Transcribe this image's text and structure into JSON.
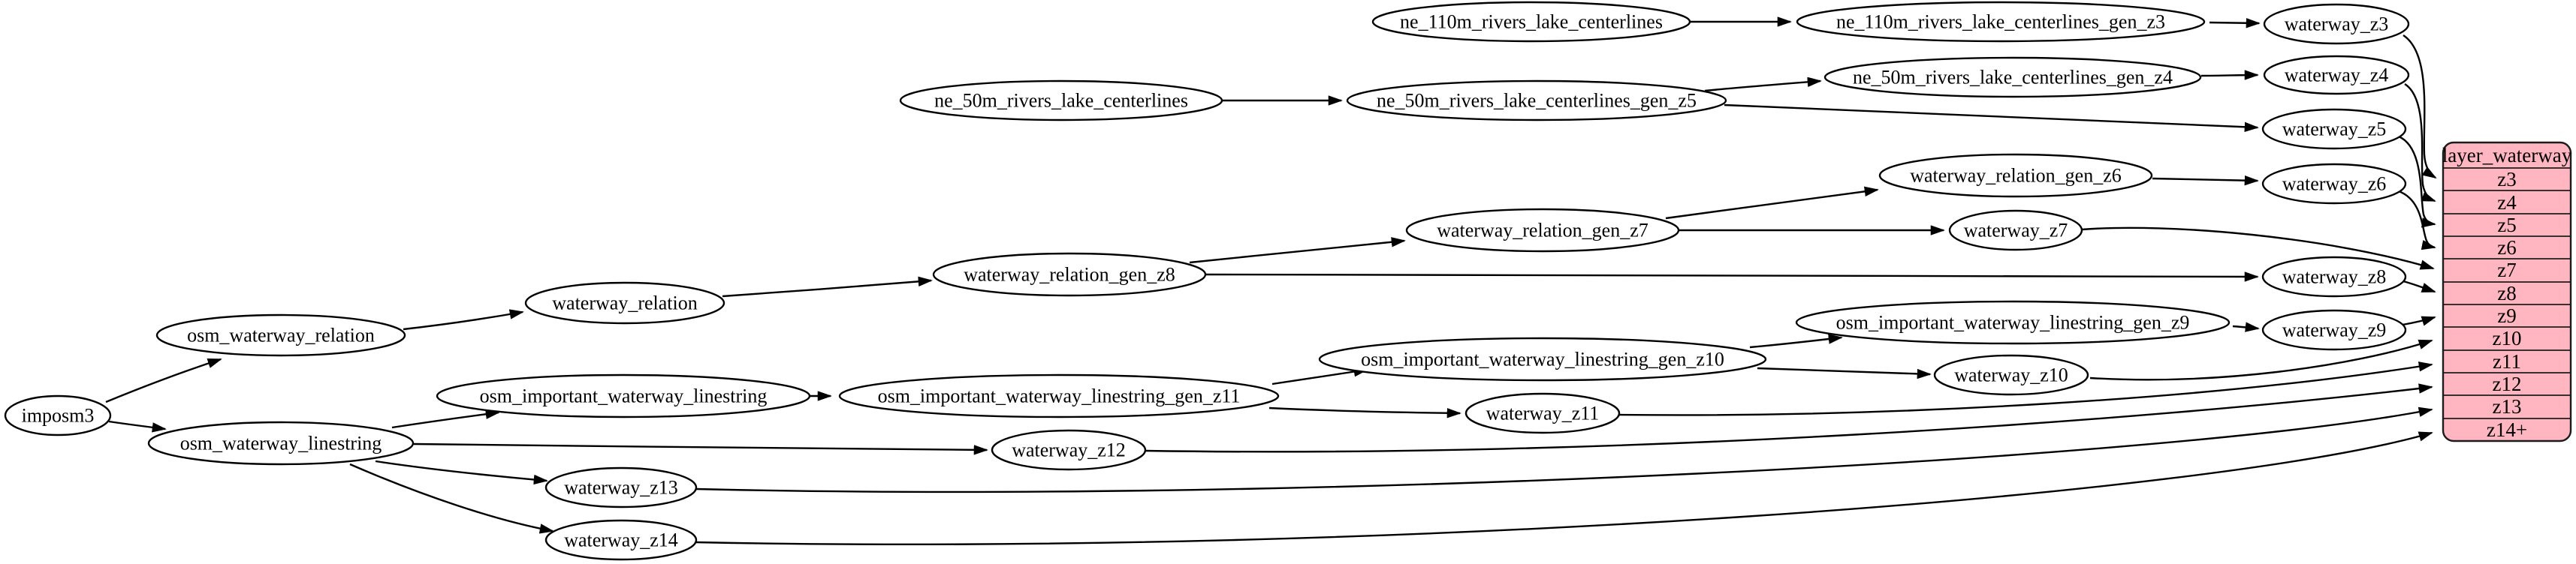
{
  "diagram": {
    "type": "etl-dependency-graph",
    "background": "#ffffff",
    "colors": {
      "node_fill": "#ffffff",
      "node_stroke": "#000000",
      "edge": "#000000",
      "text": "#000000",
      "table_fill": "#ffb6c1",
      "table_stroke": "#1c1c1c"
    },
    "nodes": {
      "imposm3": {
        "label": "imposm3"
      },
      "osm_waterway_relation": {
        "label": "osm_waterway_relation"
      },
      "osm_waterway_linestring": {
        "label": "osm_waterway_linestring"
      },
      "waterway_relation": {
        "label": "waterway_relation"
      },
      "waterway_relation_gen_z8": {
        "label": "waterway_relation_gen_z8"
      },
      "waterway_relation_gen_z7": {
        "label": "waterway_relation_gen_z7"
      },
      "waterway_relation_gen_z6": {
        "label": "waterway_relation_gen_z6"
      },
      "ne_110m_rivers_lake_centerlines": {
        "label": "ne_110m_rivers_lake_centerlines"
      },
      "ne_110m_rivers_lake_centerlines_gen_z3": {
        "label": "ne_110m_rivers_lake_centerlines_gen_z3"
      },
      "ne_50m_rivers_lake_centerlines": {
        "label": "ne_50m_rivers_lake_centerlines"
      },
      "ne_50m_rivers_lake_centerlines_gen_z5": {
        "label": "ne_50m_rivers_lake_centerlines_gen_z5"
      },
      "ne_50m_rivers_lake_centerlines_gen_z4": {
        "label": "ne_50m_rivers_lake_centerlines_gen_z4"
      },
      "osm_important_waterway_linestring": {
        "label": "osm_important_waterway_linestring"
      },
      "osm_important_waterway_linestring_gen_z11": {
        "label": "osm_important_waterway_linestring_gen_z11"
      },
      "osm_important_waterway_linestring_gen_z10": {
        "label": "osm_important_waterway_linestring_gen_z10"
      },
      "osm_important_waterway_linestring_gen_z9": {
        "label": "osm_important_waterway_linestring_gen_z9"
      },
      "waterway_z3": {
        "label": "waterway_z3"
      },
      "waterway_z4": {
        "label": "waterway_z4"
      },
      "waterway_z5": {
        "label": "waterway_z5"
      },
      "waterway_z6": {
        "label": "waterway_z6"
      },
      "waterway_z7": {
        "label": "waterway_z7"
      },
      "waterway_z8": {
        "label": "waterway_z8"
      },
      "waterway_z9": {
        "label": "waterway_z9"
      },
      "waterway_z10": {
        "label": "waterway_z10"
      },
      "waterway_z11": {
        "label": "waterway_z11"
      },
      "waterway_z12": {
        "label": "waterway_z12"
      },
      "waterway_z13": {
        "label": "waterway_z13"
      },
      "waterway_z14": {
        "label": "waterway_z14"
      }
    },
    "table": {
      "title": "layer_waterway",
      "fill": "#ffb6c1",
      "rows": [
        "z3",
        "z4",
        "z5",
        "z6",
        "z7",
        "z8",
        "z9",
        "z10",
        "z11",
        "z12",
        "z13",
        "z14+"
      ]
    },
    "edges": [
      {
        "from": "imposm3",
        "to": "osm_waterway_relation"
      },
      {
        "from": "imposm3",
        "to": "osm_waterway_linestring"
      },
      {
        "from": "osm_waterway_relation",
        "to": "waterway_relation"
      },
      {
        "from": "waterway_relation",
        "to": "waterway_relation_gen_z8"
      },
      {
        "from": "waterway_relation_gen_z8",
        "to": "waterway_relation_gen_z7"
      },
      {
        "from": "waterway_relation_gen_z8",
        "to": "waterway_z8"
      },
      {
        "from": "waterway_relation_gen_z7",
        "to": "waterway_relation_gen_z6"
      },
      {
        "from": "waterway_relation_gen_z7",
        "to": "waterway_z7"
      },
      {
        "from": "waterway_relation_gen_z6",
        "to": "waterway_z6"
      },
      {
        "from": "ne_110m_rivers_lake_centerlines",
        "to": "ne_110m_rivers_lake_centerlines_gen_z3"
      },
      {
        "from": "ne_110m_rivers_lake_centerlines_gen_z3",
        "to": "waterway_z3"
      },
      {
        "from": "ne_50m_rivers_lake_centerlines",
        "to": "ne_50m_rivers_lake_centerlines_gen_z5"
      },
      {
        "from": "ne_50m_rivers_lake_centerlines_gen_z5",
        "to": "ne_50m_rivers_lake_centerlines_gen_z4"
      },
      {
        "from": "ne_50m_rivers_lake_centerlines_gen_z5",
        "to": "waterway_z5"
      },
      {
        "from": "ne_50m_rivers_lake_centerlines_gen_z4",
        "to": "waterway_z4"
      },
      {
        "from": "osm_waterway_linestring",
        "to": "osm_important_waterway_linestring"
      },
      {
        "from": "osm_waterway_linestring",
        "to": "waterway_z12"
      },
      {
        "from": "osm_waterway_linestring",
        "to": "waterway_z13"
      },
      {
        "from": "osm_waterway_linestring",
        "to": "waterway_z14"
      },
      {
        "from": "osm_important_waterway_linestring",
        "to": "osm_important_waterway_linestring_gen_z11"
      },
      {
        "from": "osm_important_waterway_linestring_gen_z11",
        "to": "osm_important_waterway_linestring_gen_z10"
      },
      {
        "from": "osm_important_waterway_linestring_gen_z11",
        "to": "waterway_z11"
      },
      {
        "from": "osm_important_waterway_linestring_gen_z10",
        "to": "osm_important_waterway_linestring_gen_z9"
      },
      {
        "from": "osm_important_waterway_linestring_gen_z10",
        "to": "waterway_z10"
      },
      {
        "from": "osm_important_waterway_linestring_gen_z9",
        "to": "waterway_z9"
      },
      {
        "from": "waterway_z3",
        "to": "layer_waterway.z3"
      },
      {
        "from": "waterway_z4",
        "to": "layer_waterway.z4"
      },
      {
        "from": "waterway_z5",
        "to": "layer_waterway.z5"
      },
      {
        "from": "waterway_z6",
        "to": "layer_waterway.z6"
      },
      {
        "from": "waterway_z7",
        "to": "layer_waterway.z7"
      },
      {
        "from": "waterway_z8",
        "to": "layer_waterway.z8"
      },
      {
        "from": "waterway_z9",
        "to": "layer_waterway.z9"
      },
      {
        "from": "waterway_z10",
        "to": "layer_waterway.z10"
      },
      {
        "from": "waterway_z11",
        "to": "layer_waterway.z11"
      },
      {
        "from": "waterway_z12",
        "to": "layer_waterway.z12"
      },
      {
        "from": "waterway_z13",
        "to": "layer_waterway.z13"
      },
      {
        "from": "waterway_z14",
        "to": "layer_waterway.z14+"
      }
    ]
  }
}
